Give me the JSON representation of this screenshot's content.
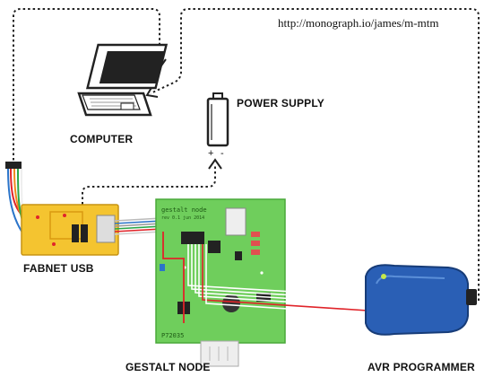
{
  "source_url": "http://monograph.io/james/m-mtm",
  "labels": {
    "computer": "COMPUTER",
    "power_supply": "POWER SUPPLY",
    "fabnet_usb": "FABNET USB",
    "gestalt_node": "GESTALT NODE",
    "avr_programmer": "AVR PROGRAMMER"
  },
  "board_text": {
    "title": "gestalt node",
    "subtitle": "rev 0.1  jun 2014",
    "part_number": "P72035"
  },
  "battery_polarity": {
    "plus": "+",
    "minus": "-"
  },
  "colors": {
    "fabnet_board": "#f4c430",
    "gestalt_board": "#6fce5c",
    "avr_programmer": "#2a5fb5",
    "wire_red": "#e0242a",
    "wire_green": "#2aa648",
    "wire_orange": "#f08a1c",
    "wire_blue": "#2b74c9",
    "dotted_connector": "#222222"
  },
  "icons": [
    "laptop-icon",
    "battery-icon"
  ]
}
